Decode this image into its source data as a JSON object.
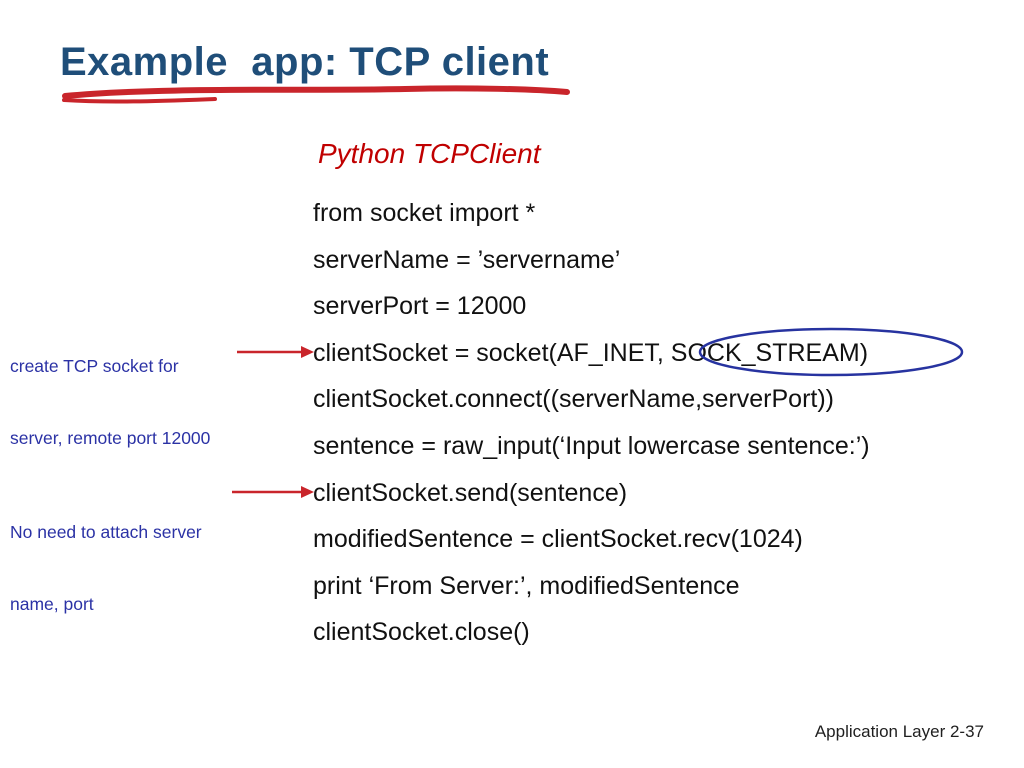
{
  "slide": {
    "title": "Example  app: TCP client",
    "code_heading": "Python TCPClient",
    "code_lines": [
      "from socket import *",
      "serverName = ’servername’",
      "serverPort = 12000",
      "clientSocket = socket(AF_INET, SOCK_STREAM)",
      "clientSocket.connect((serverName,serverPort))",
      "sentence = raw_input(‘Input lowercase sentence:’)",
      "clientSocket.send(sentence)",
      "modifiedSentence = clientSocket.recv(1024)",
      "print ‘From Server:’, modifiedSentence",
      "clientSocket.close()"
    ],
    "annotations": [
      {
        "line1": "create TCP socket for",
        "line2": "server, remote port 12000"
      },
      {
        "line1": "No need to attach server",
        "line2": "name, port"
      }
    ],
    "footer": "Application Layer 2-37",
    "colors": {
      "title": "#1F4E79",
      "heading": "#C00000",
      "code": "#111111",
      "annotation": "#2B32A5",
      "arrow": "#C9252B",
      "ellipse": "#2733A0"
    }
  }
}
